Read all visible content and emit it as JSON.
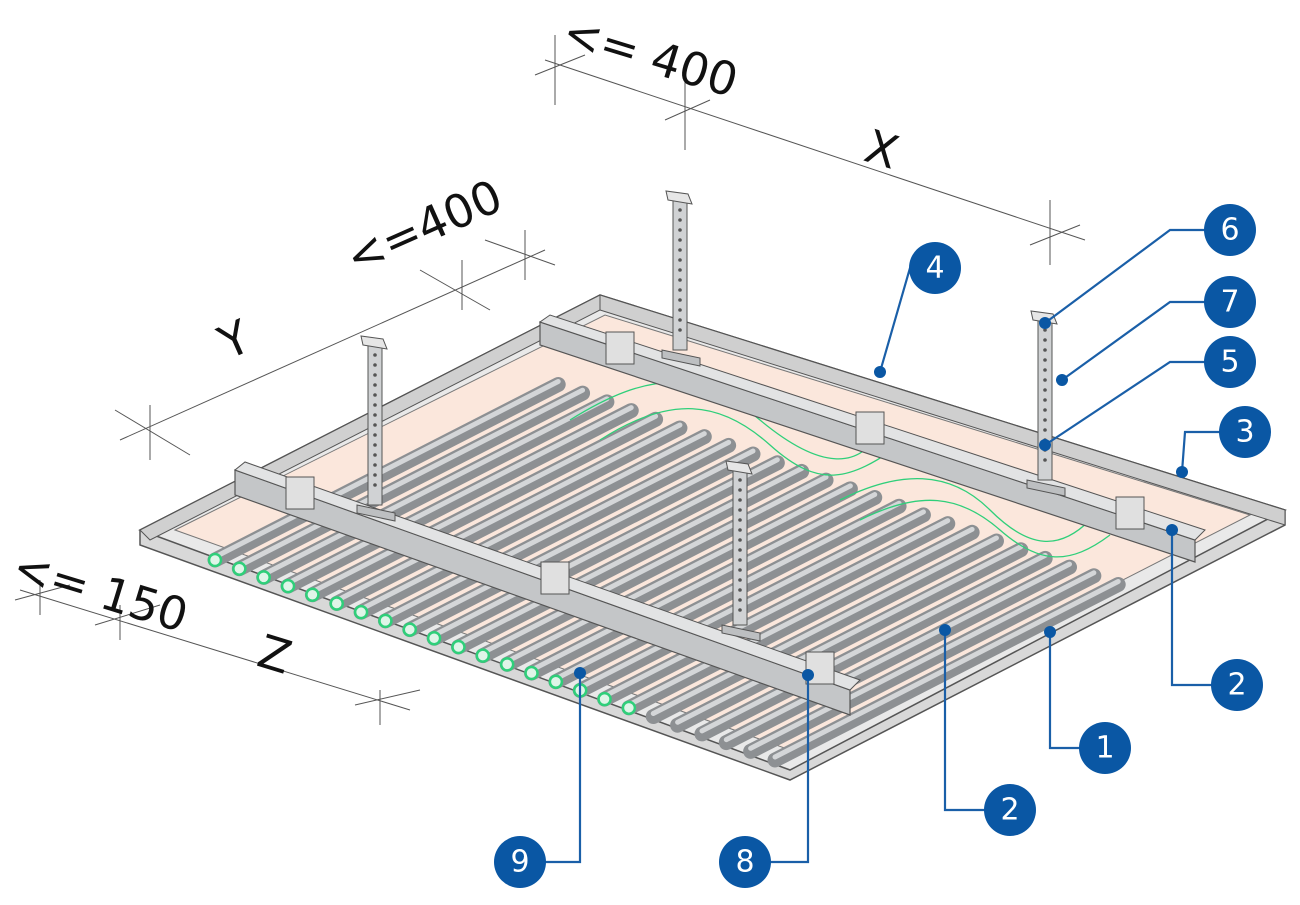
{
  "colors": {
    "callout": "#0a57a4",
    "leader": "#1a5fa8",
    "tube_glow": "#2fcf7a",
    "panel_inner": "#fbe7dc",
    "metal": "#b9bcbf"
  },
  "dimensions": {
    "x_spacing": "<= 400",
    "x_label": "X",
    "y_spacing": "<=400",
    "y_label": "Y",
    "z_spacing": "<= 150",
    "z_label": "Z"
  },
  "callouts": [
    {
      "id": "c6",
      "label": "6"
    },
    {
      "id": "c7",
      "label": "7"
    },
    {
      "id": "c5",
      "label": "5"
    },
    {
      "id": "c4",
      "label": "4"
    },
    {
      "id": "c3",
      "label": "3"
    },
    {
      "id": "c2a",
      "label": "2"
    },
    {
      "id": "c1",
      "label": "1"
    },
    {
      "id": "c2b",
      "label": "2"
    },
    {
      "id": "c8",
      "label": "8"
    },
    {
      "id": "c9",
      "label": "9"
    }
  ]
}
